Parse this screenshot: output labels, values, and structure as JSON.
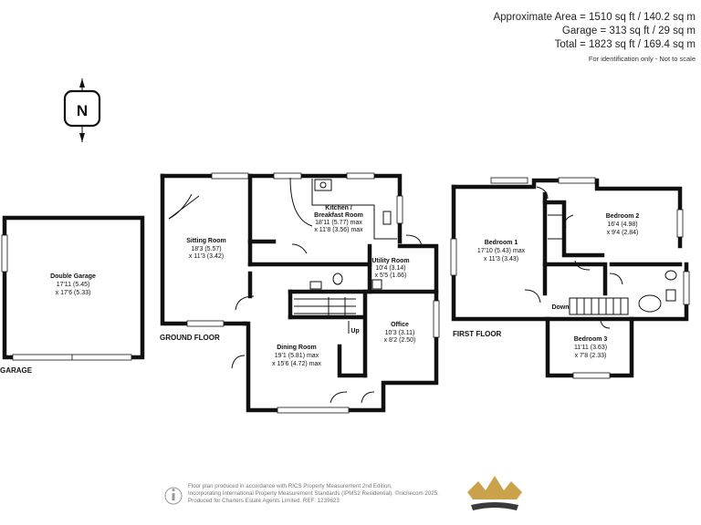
{
  "areas": {
    "approx": "Approximate Area = 1510 sq ft / 140.2 sq m",
    "garage": "Garage = 313 sq ft / 29 sq m",
    "total": "Total = 1823 sq ft / 169.4 sq m",
    "note": "For identification only - Not to scale"
  },
  "compass": {
    "label": "N"
  },
  "floors": {
    "ground": "GROUND FLOOR",
    "first": "FIRST FLOOR",
    "garage": "GARAGE"
  },
  "rooms": {
    "garage": {
      "name": "Double Garage",
      "dim1": "17'11 (5.45)",
      "dim2": "x 17'6 (5.33)"
    },
    "sitting": {
      "name": "Sitting Room",
      "dim1": "18'3 (5.57)",
      "dim2": "x 11'3 (3.42)"
    },
    "kitchen": {
      "name1": "Kitchen /",
      "name2": "Breakfast Room",
      "dim1": "18'11 (5.77) max",
      "dim2": "x 11'8 (3.56) max"
    },
    "utility": {
      "name": "Utility Room",
      "dim1": "10'4 (3.14)",
      "dim2": "x 5'5 (1.66)"
    },
    "office": {
      "name": "Office",
      "dim1": "10'3 (3.11)",
      "dim2": "x 8'2 (2.50)"
    },
    "dining": {
      "name": "Dining Room",
      "dim1": "19'1 (5.81) max",
      "dim2": "x 15'6 (4.72) max"
    },
    "bed1": {
      "name": "Bedroom 1",
      "dim1": "17'10 (5.43) max",
      "dim2": "x 11'3 (3.43)"
    },
    "bed2": {
      "name": "Bedroom 2",
      "dim1": "16'4 (4.98)",
      "dim2": "x 9'4 (2.84)"
    },
    "bed3": {
      "name": "Bedroom 3",
      "dim1": "11'11 (3.63)",
      "dim2": "x 7'8 (2.33)"
    }
  },
  "stairs": {
    "up": "Up",
    "down": "Down"
  },
  "footer": {
    "line1": "Floor plan produced in accordance with RICS Property Measurement 2nd Edition,",
    "line2": "Incorporating International Property Measurement Standards (IPMS2 Residential). ©nichecom 2025.",
    "line3": "Produced for Charters Estate Agents Limited.   REF: 1239623"
  }
}
